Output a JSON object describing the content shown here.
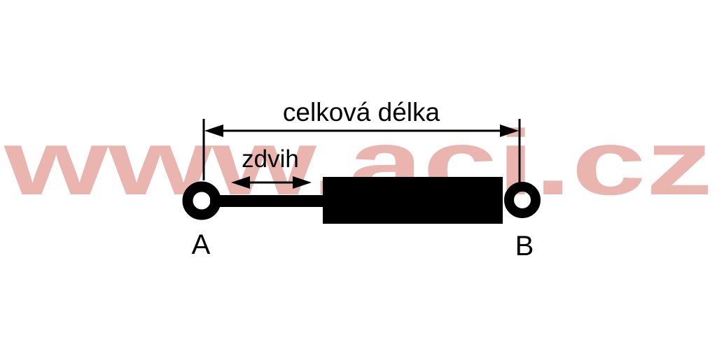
{
  "watermark": {
    "text": "www.aci.cz",
    "color": "#eab5ae"
  },
  "diagram": {
    "total_length_label": "celková délka",
    "stroke_label": "zdvih",
    "end_a_label": "A",
    "end_b_label": "B",
    "line_color": "#000000",
    "background_color": "#ffffff"
  }
}
